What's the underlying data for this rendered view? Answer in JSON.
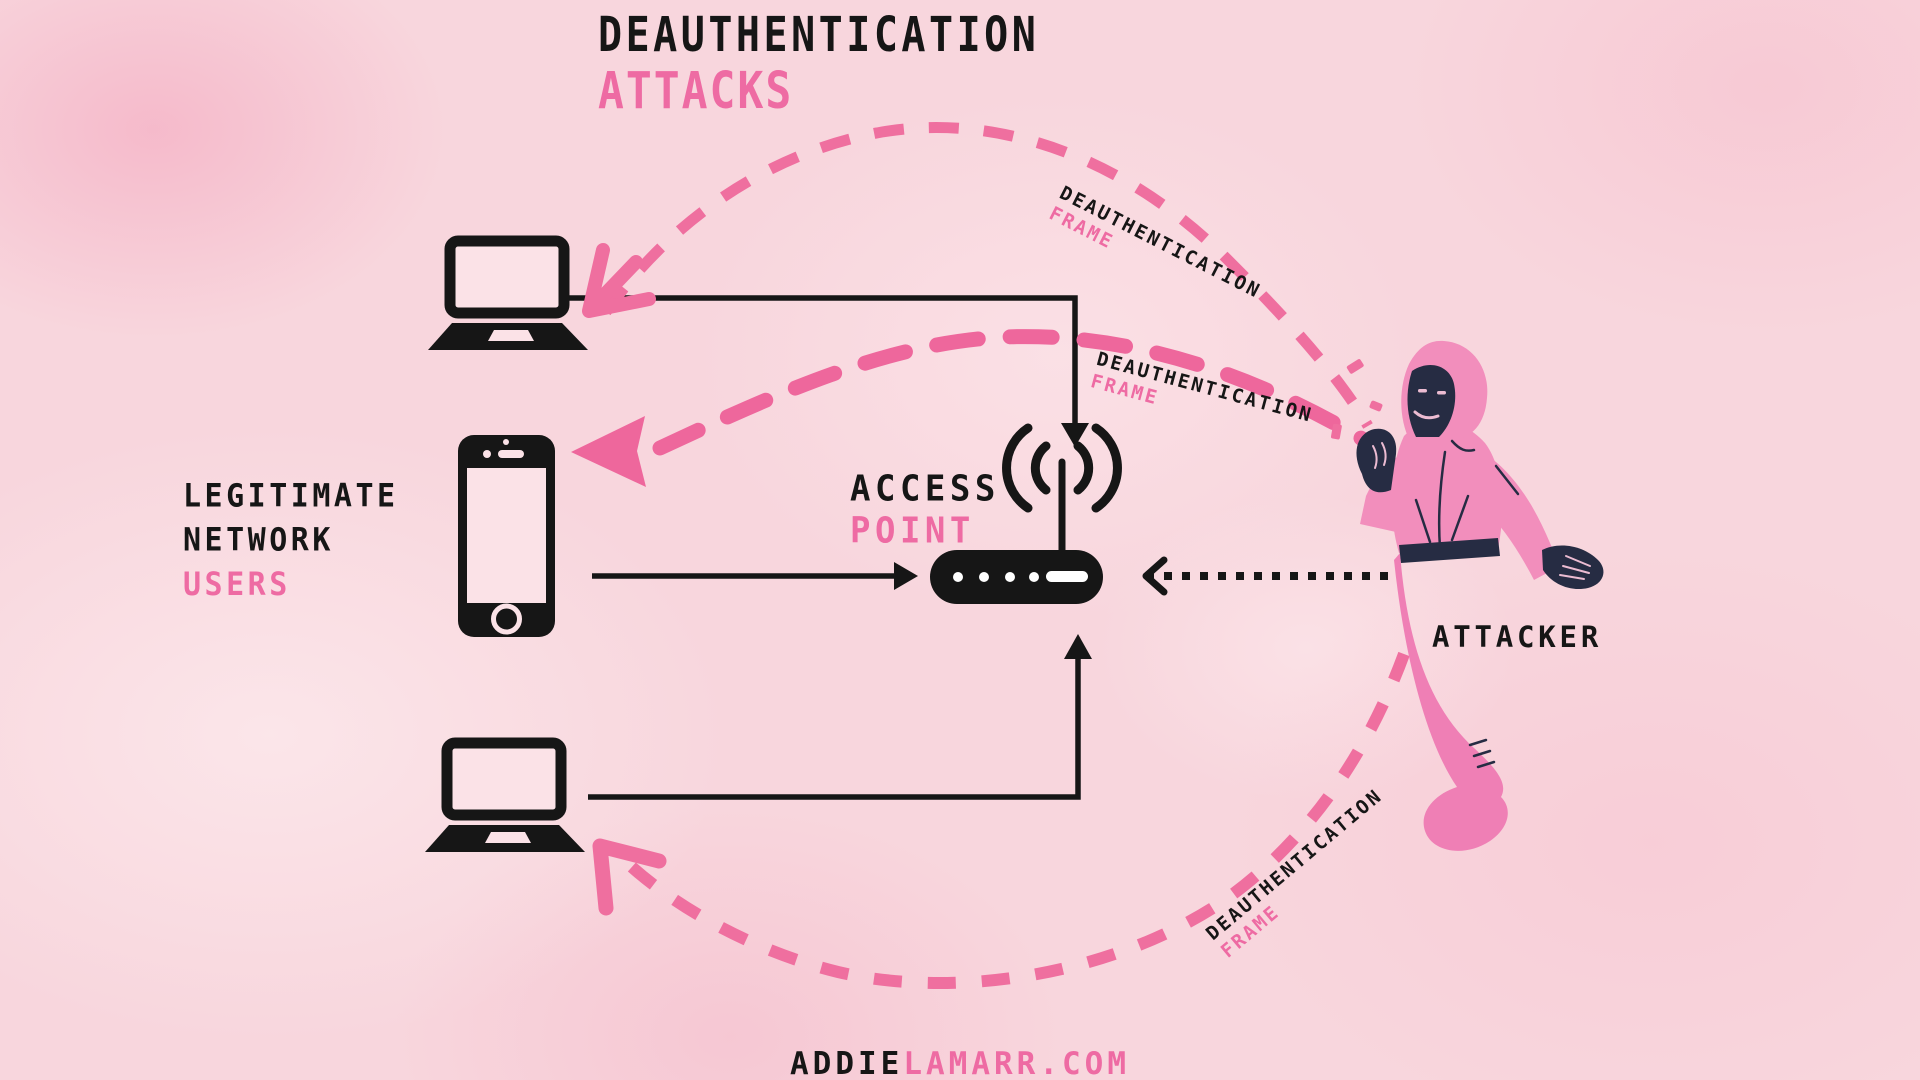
{
  "title": {
    "line1": "DEAUTHENTICATION",
    "line2": "ATTACKS"
  },
  "left_label": {
    "line1": "LEGITIMATE",
    "line2": "NETWORK",
    "line3": "USERS"
  },
  "access_point_label": {
    "line1": "ACCESS",
    "line2": "POINT"
  },
  "attacker_label": "ATTACKER",
  "frame_labels": {
    "top": {
      "line1": "DEAUTHENTICATION",
      "line2": "FRAME"
    },
    "middle": {
      "line1": "DEAUTHENTICATION",
      "line2": "FRAME"
    },
    "bottom": {
      "line1": "DEAUTHENTICATION",
      "line2": "FRAME"
    }
  },
  "footer": {
    "name_black": "ADDIE",
    "name_pink": "LAMARR.COM"
  },
  "colors": {
    "background_pink": "#f8d6dd",
    "accent_pink": "#ee6ba3",
    "dash_pink": "#ef6f9f",
    "ink_black": "#161616",
    "hoodie_pink": "#f28ebc",
    "mask_navy": "#262c43"
  },
  "icons": [
    "laptop-icon",
    "smartphone-icon",
    "laptop-icon",
    "router-icon",
    "wifi-signal-icon",
    "attacker-figure"
  ]
}
